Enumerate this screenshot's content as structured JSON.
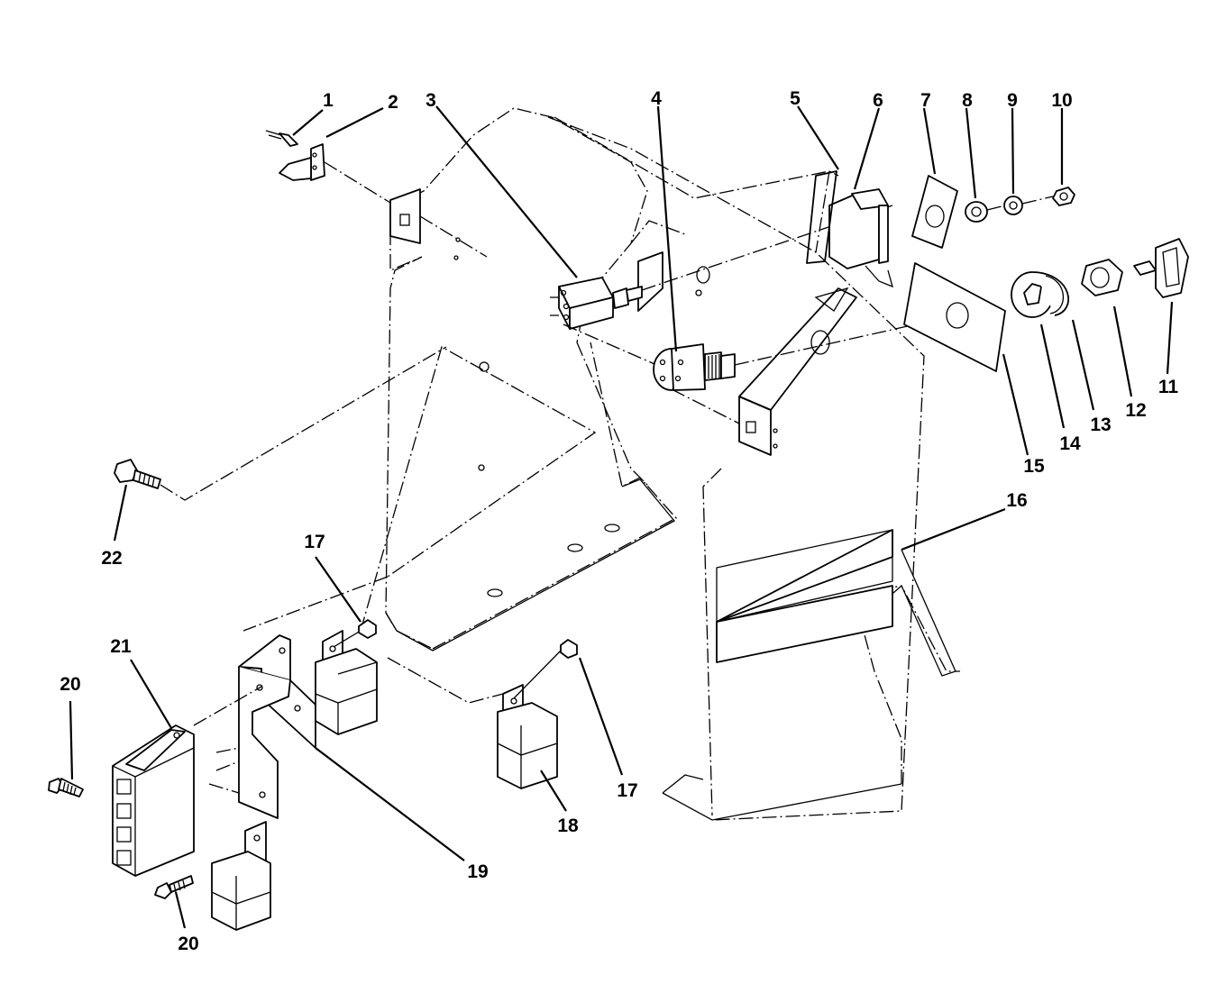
{
  "callouts": [
    {
      "id": "1"
    },
    {
      "id": "2"
    },
    {
      "id": "3"
    },
    {
      "id": "4"
    },
    {
      "id": "5"
    },
    {
      "id": "6"
    },
    {
      "id": "7"
    },
    {
      "id": "8"
    },
    {
      "id": "9"
    },
    {
      "id": "10"
    },
    {
      "id": "11"
    },
    {
      "id": "12"
    },
    {
      "id": "13"
    },
    {
      "id": "14"
    },
    {
      "id": "15"
    },
    {
      "id": "16"
    },
    {
      "id": "17"
    },
    {
      "id": "17"
    },
    {
      "id": "18"
    },
    {
      "id": "19"
    },
    {
      "id": "20"
    },
    {
      "id": "20"
    },
    {
      "id": "21"
    },
    {
      "id": "22"
    }
  ]
}
